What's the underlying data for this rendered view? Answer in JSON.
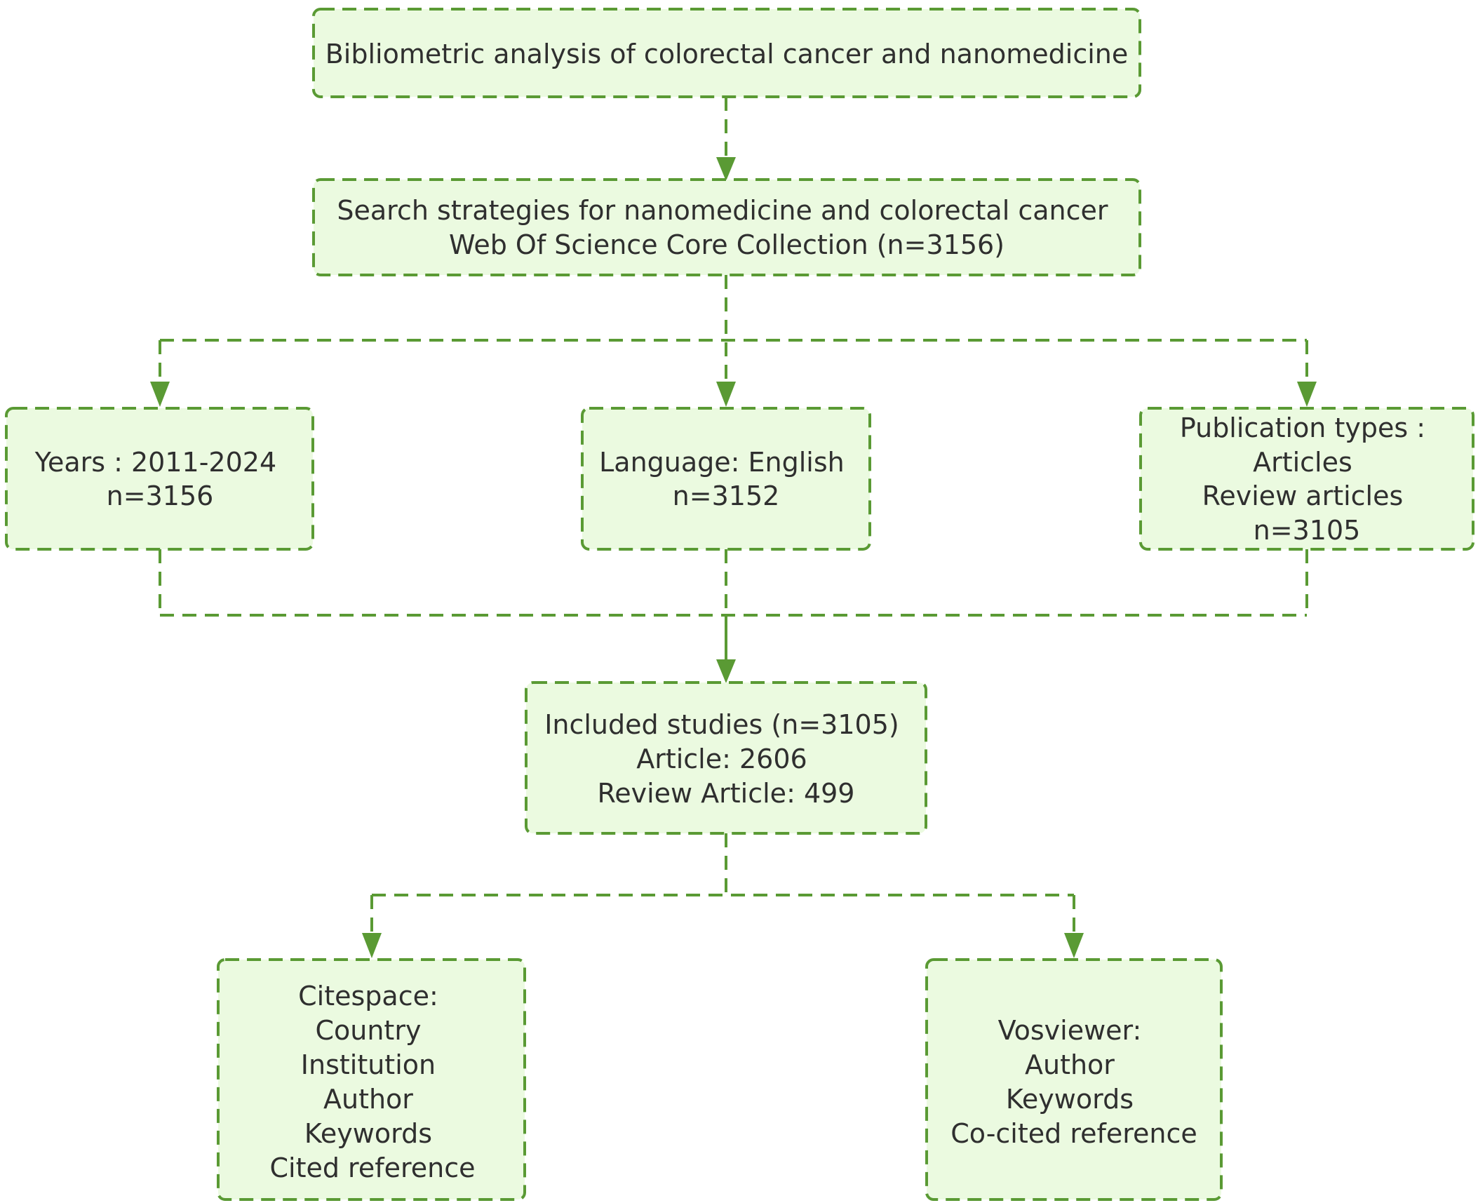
{
  "nodes": {
    "analysis": {
      "lines": [
        "Bibliometric analysis of colorectal cancer and nanomedicine"
      ]
    },
    "search": {
      "lines": [
        "Search strategies for nanomedicine and colorectal cancer",
        "Web Of Science Core Collection (n=3156)"
      ]
    },
    "years": {
      "lines": [
        "Years : 2011-2024",
        "n=3156"
      ]
    },
    "language": {
      "lines": [
        "Language: English",
        "n=3152"
      ]
    },
    "pubtypes": {
      "lines": [
        "Publication types :",
        "Articles",
        "Review articles",
        "n=3105"
      ]
    },
    "included": {
      "lines": [
        "Included studies (n=3105)",
        "Article: 2606",
        "Review Article: 499"
      ]
    },
    "citespace": {
      "lines": [
        "Citespace:",
        "Country",
        "Institution",
        "Author",
        "Keywords",
        "Cited reference"
      ]
    },
    "vosviewer": {
      "lines": [
        "Vosviewer:",
        "Author",
        "Keywords",
        "Co-cited reference"
      ]
    }
  },
  "colors": {
    "box_fill": "#ebfae0",
    "stroke": "#5a9a34",
    "text": "#2f2f2f"
  }
}
